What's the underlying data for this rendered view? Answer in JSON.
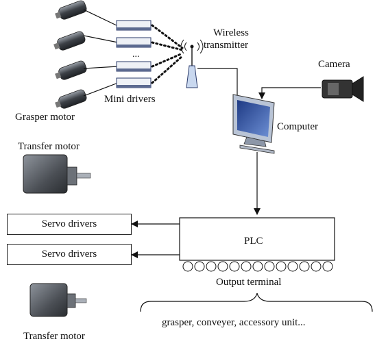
{
  "labels": {
    "wireless_transmitter_line1": "Wireless",
    "wireless_transmitter_line2": "transmitter",
    "camera": "Camera",
    "computer": "Computer",
    "mini_drivers": "Mini drivers",
    "mini_drivers_ellipsis": "...",
    "grasper_motor": "Grasper motor",
    "transfer_motor_top": "Transfer motor",
    "transfer_motor_bottom": "Transfer motor",
    "servo_drivers_1": "Servo drivers",
    "servo_drivers_2": "Servo drivers",
    "plc": "PLC",
    "output_terminal": "Output terminal",
    "outputs_list": "grasper, conveyer, accessory unit..."
  },
  "colors": {
    "line": "#111111",
    "driver_fill": "#eef1f6",
    "driver_edge": "#2a3a6a",
    "antenna": "#9fb6dd",
    "monitor_frame": "#b9c4d6",
    "monitor_screen": "#2f4f9a",
    "motor_body": "#4b4f55",
    "camera_body": "#2a2a2a"
  },
  "icons": {
    "grasper_motor": "small-dc-motor-icon",
    "transfer_motor": "gear-motor-icon",
    "mini_driver": "driver-board-icon",
    "wireless": "antenna-icon",
    "computer": "monitor-icon",
    "camera": "video-camera-icon",
    "terminal": "terminal-circle-icon"
  }
}
